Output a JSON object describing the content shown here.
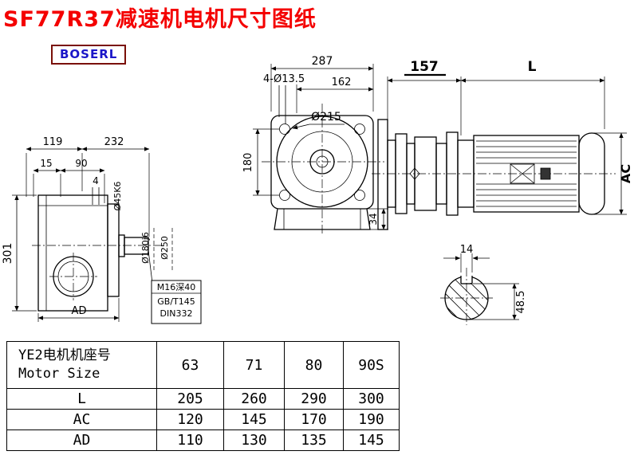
{
  "title": "SF77R37减速机电机尺寸图纸",
  "brand": "BOSERL",
  "dims": {
    "w287": "287",
    "w162": "162",
    "bolt_note": "4-Ø13.5",
    "dia215": "Ø215",
    "h180": "180",
    "h34": "34",
    "adapter157": "157",
    "motorL": "L",
    "motorAC": "AC",
    "left119": "119",
    "left232": "232",
    "left15": "15",
    "left90": "90",
    "left4": "4",
    "h301": "301",
    "footAD": "AD",
    "shaft_dia": "Ø45K6",
    "spigot_dia": "Ø180j6",
    "flange_dia": "Ø250",
    "thread_note": "M16深40",
    "std_gb": "GB/T145",
    "std_din": "DIN332",
    "key14": "14",
    "shaft485": "48.5"
  },
  "table": {
    "header": {
      "cn": "YE2电机机座号",
      "en": "Motor Size",
      "values": [
        "63",
        "71",
        "80",
        "90S"
      ]
    },
    "rows": [
      {
        "label": "L",
        "values": [
          "205",
          "260",
          "290",
          "300"
        ]
      },
      {
        "label": "AC",
        "values": [
          "120",
          "145",
          "170",
          "190"
        ]
      },
      {
        "label": "AD",
        "values": [
          "110",
          "130",
          "135",
          "145"
        ]
      }
    ]
  }
}
